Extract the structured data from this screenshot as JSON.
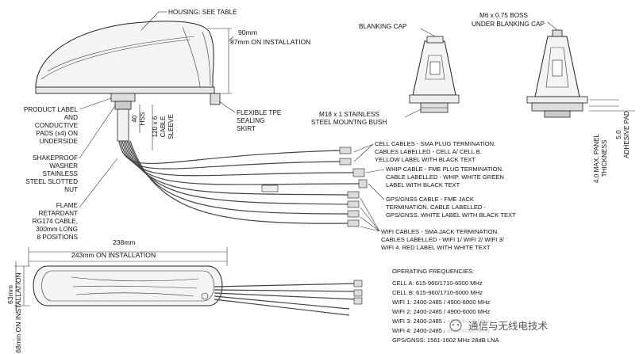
{
  "labels": {
    "housing": "HOUSING: SEE TABLE",
    "height_90": "90mm",
    "height_87": "87mm ON INSTALLATION",
    "product_label": [
      "PRODUCT LABEL",
      "AND",
      "CONDUCTIVE",
      "PADS (x4) ON",
      "UNDERSIDE"
    ],
    "washer": [
      "SHAKEPROOF",
      "WASHER",
      "STAINLESS",
      "STEEL SLOTTED",
      "NUT"
    ],
    "flame": [
      "FLAME",
      "RETARDANT",
      "RG174 CABLE,",
      "300mm LONG",
      "8 POSITIONS"
    ],
    "hss": [
      "40",
      "HSS"
    ],
    "sleeve": [
      "120 x 6",
      "CABLE",
      "SLEEVE"
    ],
    "skirt": [
      "FLEXIBLE TPE",
      "SEALING",
      "SKIRT"
    ],
    "blanking_cap": "BLANKING CAP",
    "boss": [
      "M6 x 0.75 BOSS",
      "UNDER BLANKING CAP"
    ],
    "bush": [
      "M18 x 1 STAINLESS",
      "STEEL MOUNTNG BUSH"
    ],
    "panel": [
      "4.0 MAX. PANEL",
      "THICKNESS"
    ],
    "pad": [
      "5.0",
      "ADHESIVE PAD"
    ],
    "cell_cables": [
      "CELL CABLES - SMA PLUG TERMINATION.",
      "CABLES LABELLED - CELL A/ CELL B.",
      "YELLOW LABEL WITH BLACK TEXT"
    ],
    "whip_cable": [
      "WHIP CABLE - FME PLUG TERMINATION.",
      "CABLE LABELLED - WHIP. WHITE GREEN",
      "LABEL WITH BLACK TEXT"
    ],
    "gps_cable": [
      "GPS/GNSS CABLE - FME JACK",
      "TERMINATION. CABLE LABELLED -",
      "GPS/GNSS. WHITE LABEL WITH BLACK TEXT"
    ],
    "wifi_cables": [
      "WIFI CABLES - SMA JACK TERMINATION.",
      "CABLES LABELLED - WIFI 1/ WIFI 2/ WIFI 3/",
      "WIFI 4. RED LABEL WITH WHITE TEXT"
    ],
    "width_238": "238mm",
    "width_243": "243mm ON INSTALLATION",
    "depth_63": "63mm",
    "depth_68": "68mm ON INSTALLATION"
  },
  "frequencies": {
    "title": "OPERATING FREQUENCIES:",
    "rows": [
      "CELL A: 615-960/1710-6000 MHz",
      "CELL B: 615-960/1710-6000 MHz",
      "WIFI 1: 2400-2485 / 4900-6000 MHz",
      "WIFI 2: 2400-2485 / 4900-6000 MHz",
      "WIFI 3: 2400-2485 / 4900-6000 MHz",
      "WIFI 4: 2400-2485 / 4900-6000 MHz",
      "GPS/GNSS: 1561-1602 MHz 28dB LNA"
    ]
  },
  "watermark": "通信与无线电技术"
}
